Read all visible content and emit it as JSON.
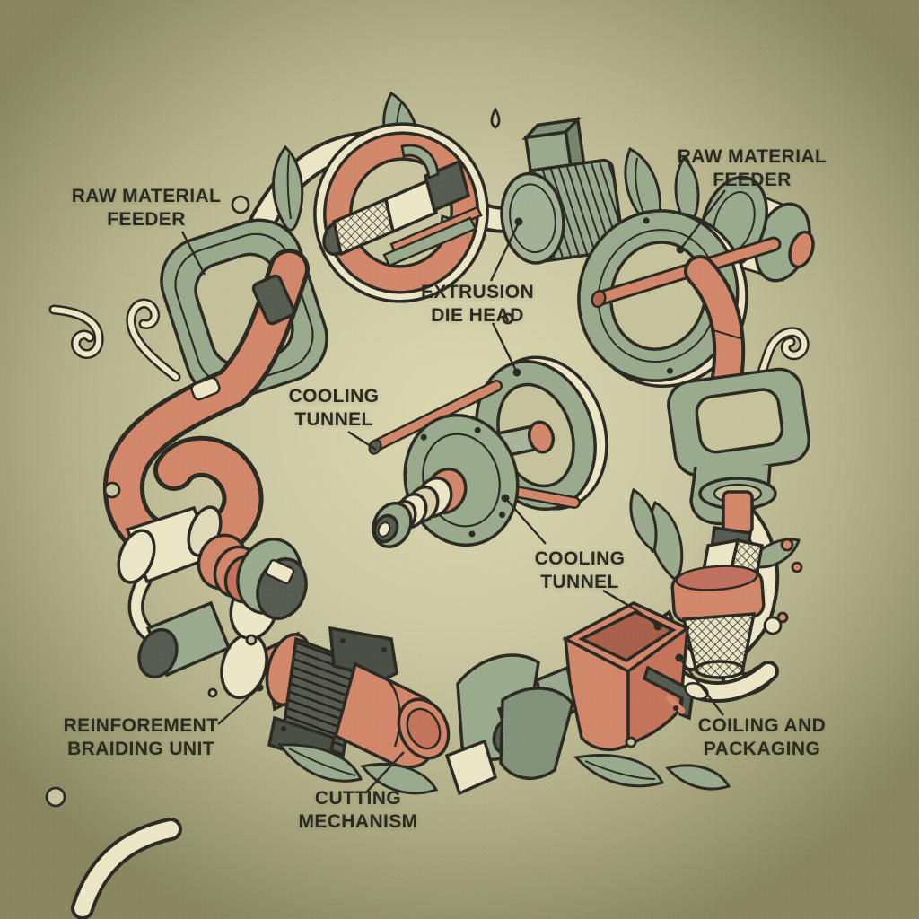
{
  "diagram": {
    "type": "process-cycle-illustration",
    "subject": "Hose manufacturing process machines arranged in a circle",
    "labels": [
      {
        "id": "raw-material-feeder-left",
        "text": "RAW MATERIAL\nFEEDER"
      },
      {
        "id": "raw-material-feeder-right",
        "text": "RAW MATERIAL\nFEEDER"
      },
      {
        "id": "extrusion-die-head",
        "text": "EXTRUSION\nDIE HEAD"
      },
      {
        "id": "cooling-tunnel-upper",
        "text": "COOLING\nTUNNEL"
      },
      {
        "id": "cooling-tunnel-lower",
        "text": "COOLING\nTUNNEL"
      },
      {
        "id": "coiling-and-packaging",
        "text": "COILING AND\nPACKAGING"
      },
      {
        "id": "cutting-mechanism",
        "text": "CUTTING\nMECHANISM"
      },
      {
        "id": "reinforcement-braiding-unit",
        "text": "REINFOREMENT\nBRAIDING UNIT"
      }
    ],
    "palette": {
      "background_center": "#dbd7b0",
      "background_edge": "#87865f",
      "outline": "#2b2b23",
      "salmon": "#d2876a",
      "salmon_dark": "#c070556",
      "sage_green": "#9aaa8d",
      "sage_green_dark": "#82937a",
      "cream": "#ece6c7",
      "dark_grey": "#575c50",
      "text": "#2a2a21"
    }
  }
}
